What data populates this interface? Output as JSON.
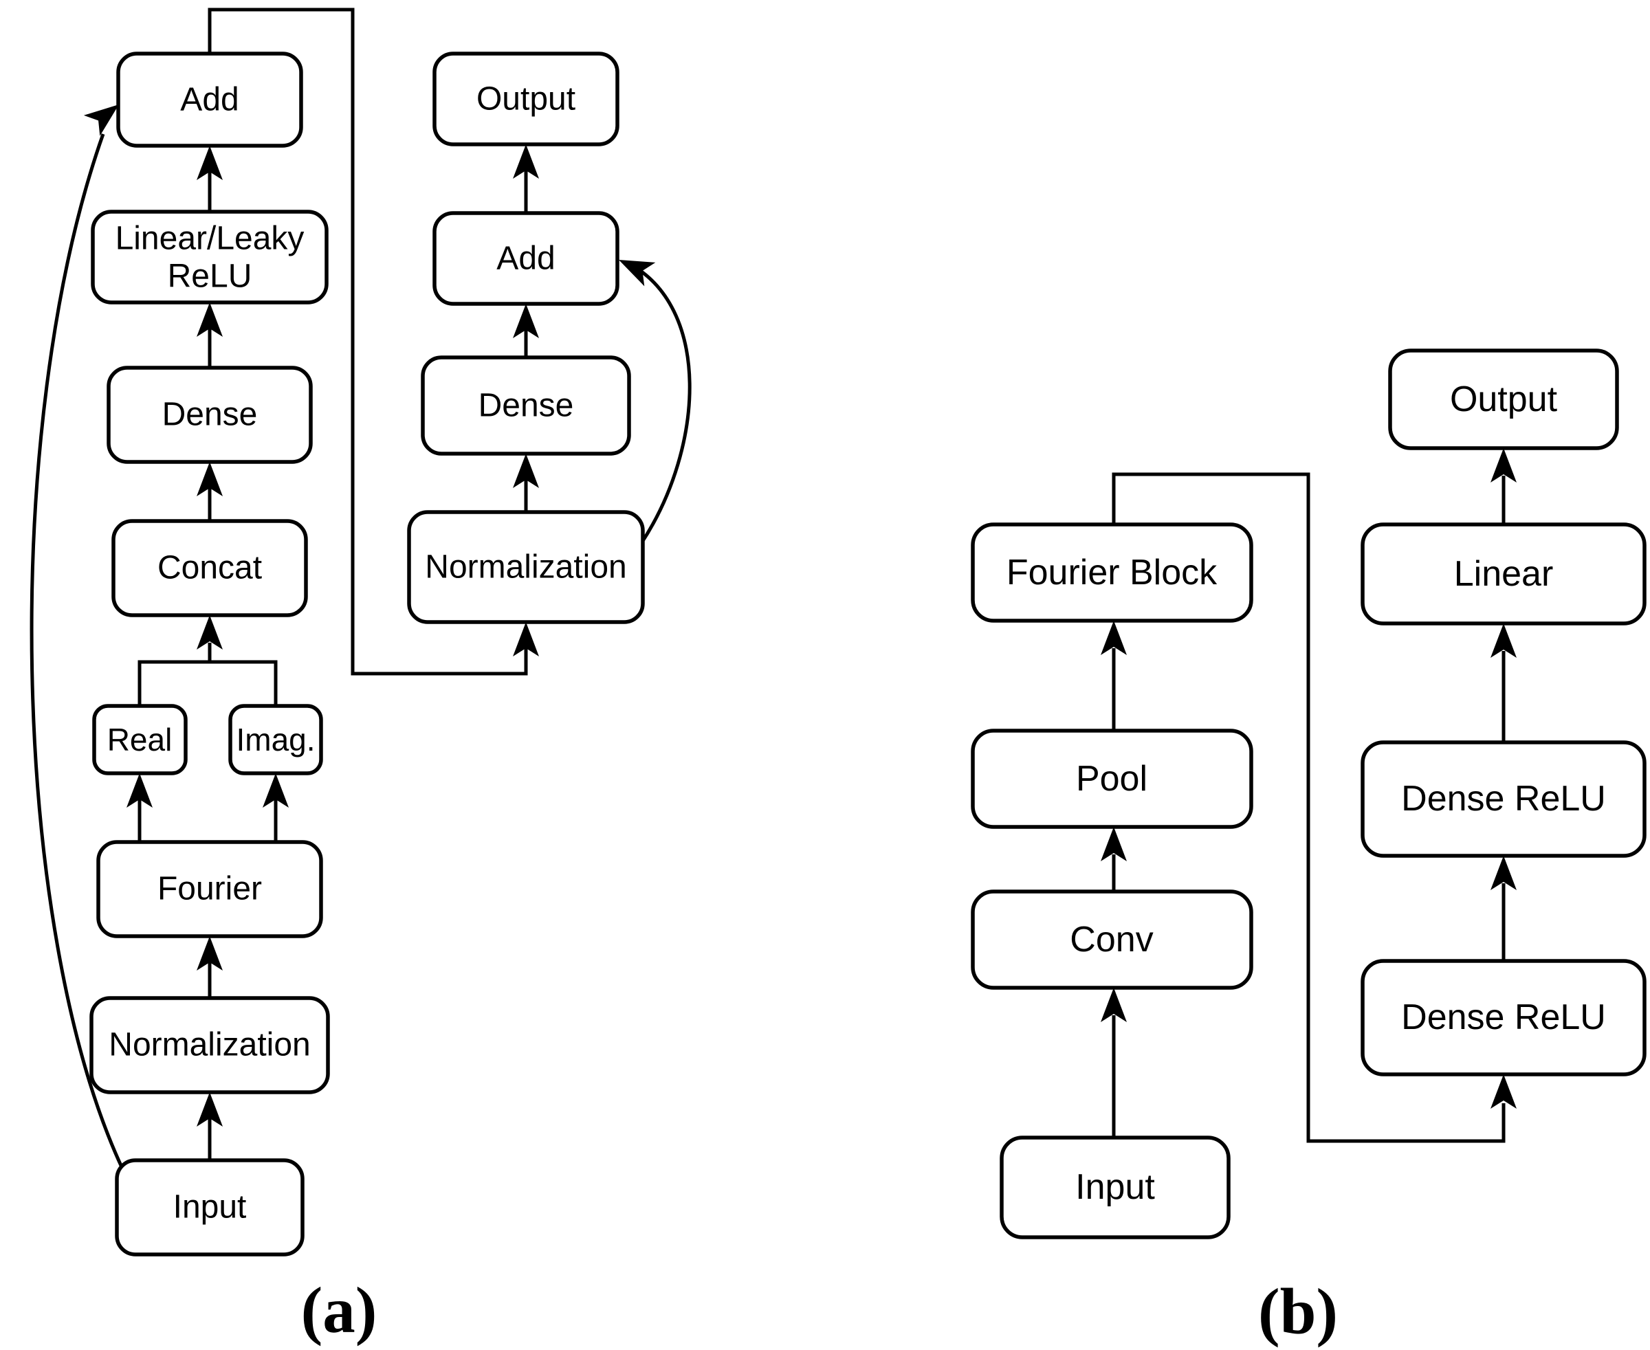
{
  "figure": {
    "description": "Two-panel neural network architecture flow diagram",
    "colors": {
      "background": "#ffffff",
      "stroke": "#000000",
      "text": "#000000"
    }
  },
  "panel_a": {
    "caption": "(a)",
    "nodes": {
      "input": "Input",
      "normalization_main": "Normalization",
      "fourier": "Fourier",
      "real": "Real",
      "imag": "Imag.",
      "concat": "Concat",
      "dense_main": "Dense",
      "linear_leaky_line1": "Linear/Leaky",
      "linear_leaky_line2": "ReLU",
      "add_main": "Add",
      "normalization_res": "Normalization",
      "dense_res": "Dense",
      "add_res": "Add",
      "output": "Output"
    }
  },
  "panel_b": {
    "caption": "(b)",
    "nodes": {
      "input": "Input",
      "conv": "Conv",
      "pool": "Pool",
      "fourier_block": "Fourier Block",
      "dense_relu_lower": "Dense ReLU",
      "dense_relu_upper": "Dense ReLU",
      "linear": "Linear",
      "output": "Output"
    }
  }
}
